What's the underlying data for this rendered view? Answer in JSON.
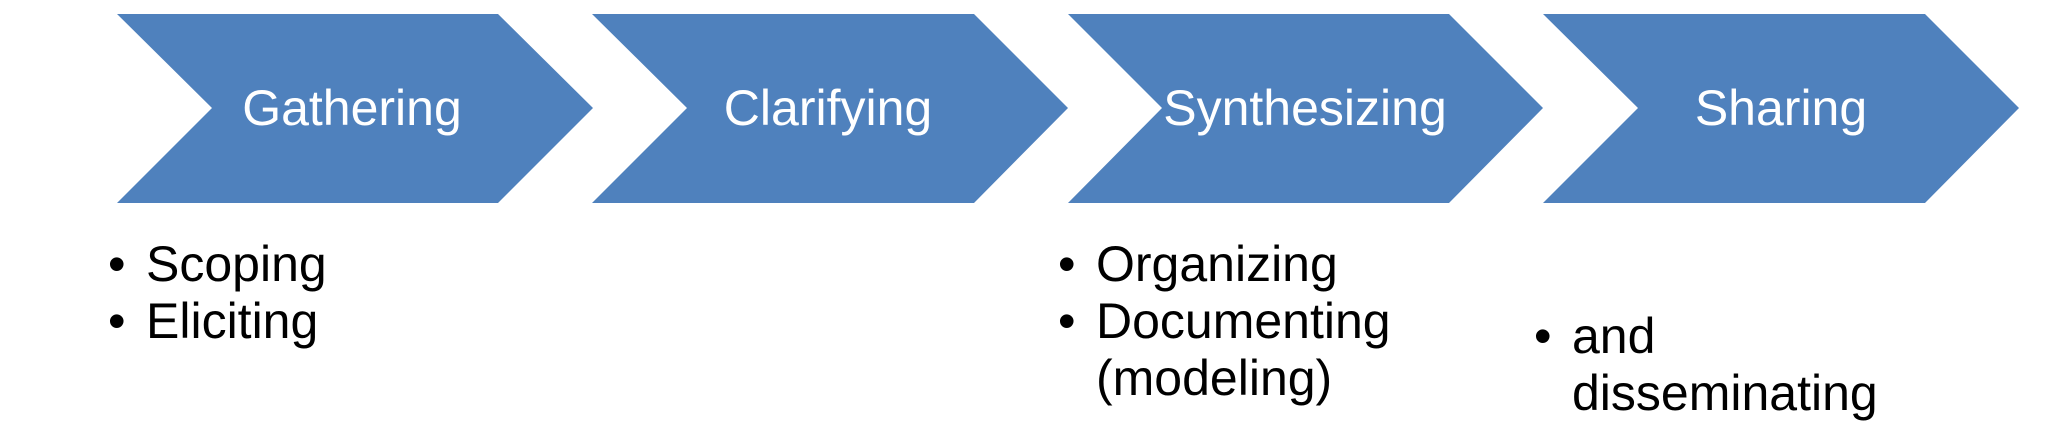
{
  "stages": [
    {
      "label": "Gathering",
      "color": "#4f81bd"
    },
    {
      "label": "Clarifying",
      "color": "#4f81bd"
    },
    {
      "label": "Synthesizing",
      "color": "#4f81bd"
    },
    {
      "label": "Sharing",
      "color": "#4f81bd"
    }
  ],
  "details": {
    "gathering": [
      "Scoping",
      "Eliciting"
    ],
    "synthesizing": [
      "Organizing",
      "Documenting (modeling)"
    ],
    "sharing": [
      "and disseminating"
    ]
  },
  "bullet_symbol": "•"
}
